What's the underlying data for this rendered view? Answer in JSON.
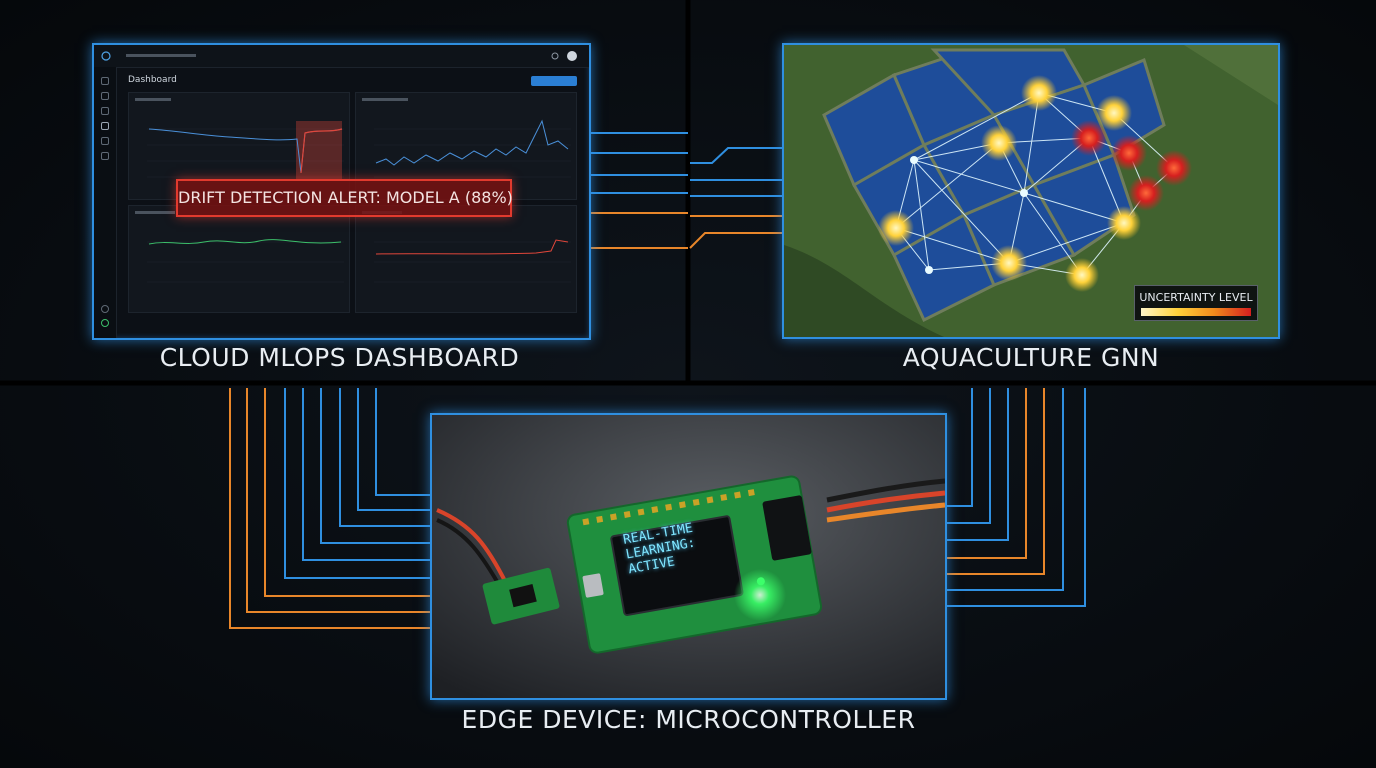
{
  "captions": {
    "cloud": "CLOUD MLOPS DASHBOARD",
    "gnn": "AQUACULTURE GNN",
    "edge": "EDGE DEVICE: MICROCONTROLLER"
  },
  "dashboard": {
    "title": "Dashboard",
    "alert": "DRIFT DETECTION ALERT: MODEL A (88%)"
  },
  "gnn": {
    "legend_title": "UNCERTAINTY LEVEL"
  },
  "edge": {
    "oled_lines": [
      "REAL-TIME",
      "LEARNING:",
      "ACTIVE"
    ]
  },
  "colors": {
    "panel_border": "#2f8fe0",
    "trace_blue": "#2f8fe0",
    "trace_orange": "#e8862a",
    "alert_red": "#e23a2e",
    "chart_blue": "#4a90d9",
    "chart_green": "#3cbf6a",
    "chart_red": "#e0463a",
    "led_green": "#3cff6a"
  }
}
